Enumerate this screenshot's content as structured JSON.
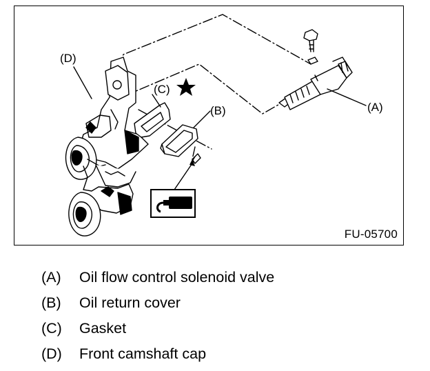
{
  "figure": {
    "code": "FU-05700",
    "callouts": {
      "a": "(A)",
      "b": "(B)",
      "c": "(C)",
      "d": "(D)"
    },
    "icons": [
      "star-icon",
      "sealant-tube-icon"
    ]
  },
  "legend": [
    {
      "key": "(A)",
      "text": "Oil flow control solenoid valve"
    },
    {
      "key": "(B)",
      "text": "Oil return cover"
    },
    {
      "key": "(C)",
      "text": "Gasket"
    },
    {
      "key": "(D)",
      "text": "Front camshaft cap"
    }
  ],
  "colors": {
    "ink": "#000000",
    "paper": "#ffffff"
  }
}
